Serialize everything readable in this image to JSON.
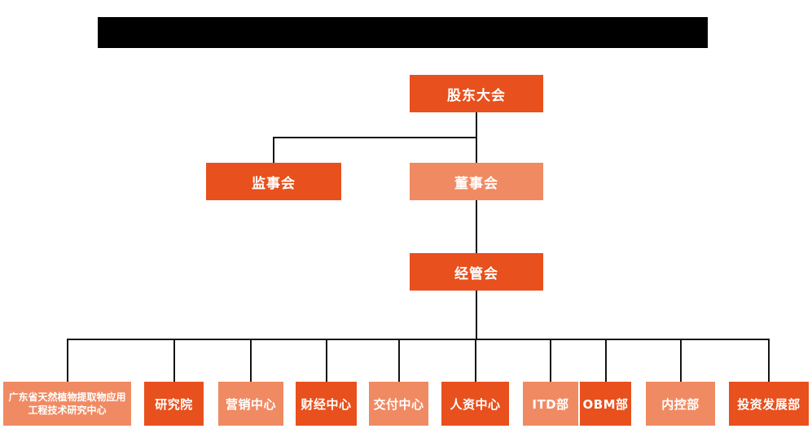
{
  "colors": {
    "dark_orange": "#E8501D",
    "light_orange": "#F08A63",
    "line_color": "#141414",
    "box_text": "#FFFFFF",
    "redacted_bar": "#000000"
  },
  "org_chart": {
    "shareholders": {
      "label": "股东大会"
    },
    "supervisory": {
      "label": "监事会"
    },
    "board": {
      "label": "董事会"
    },
    "management": {
      "label": "经管会"
    },
    "departments": [
      {
        "label": "广东省天然植物提取物应用工程技术研究中心"
      },
      {
        "label": "研究院"
      },
      {
        "label": "营销中心"
      },
      {
        "label": "财经中心"
      },
      {
        "label": "交付中心"
      },
      {
        "label": "人资中心"
      },
      {
        "label": "ITD部"
      },
      {
        "label": "OBM部"
      },
      {
        "label": "内控部"
      },
      {
        "label": "投资发展部"
      }
    ]
  }
}
